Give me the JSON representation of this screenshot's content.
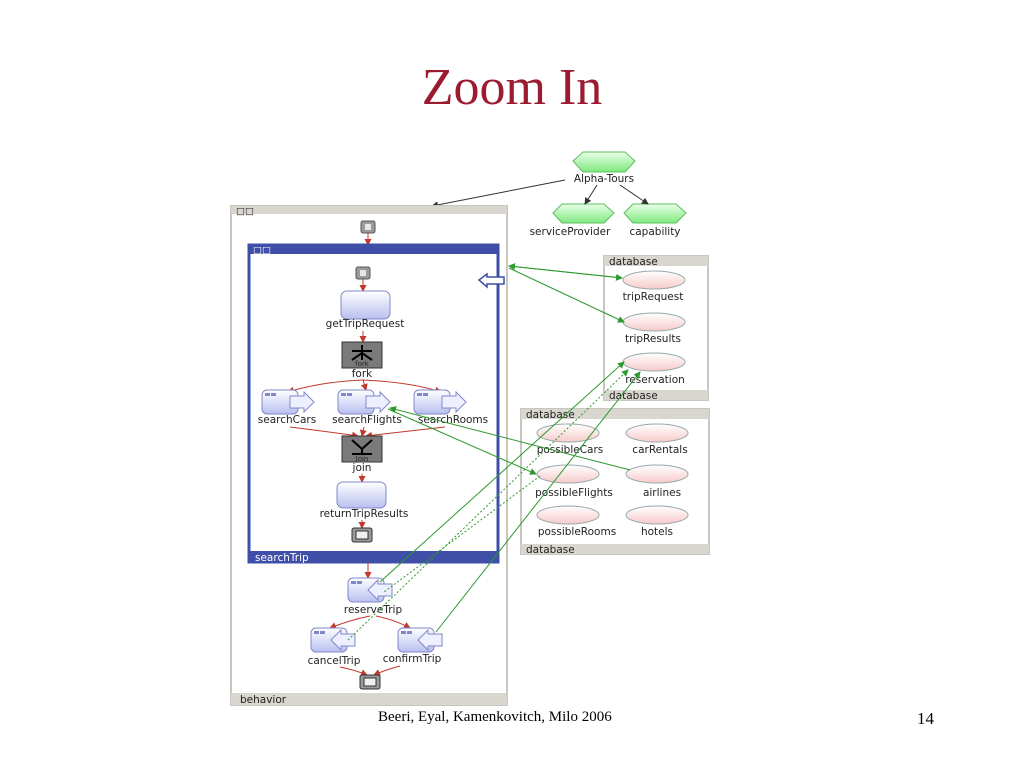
{
  "slide": {
    "title": "Zoom In",
    "footer": "Beeri, Eyal, Kamenkovitch, Milo  2006",
    "page_number": "14"
  },
  "hierarchy": {
    "root": "Alpha-Tours",
    "children": [
      "serviceProvider",
      "capability"
    ]
  },
  "behavior": {
    "label": "behavior",
    "header_icon": "□□",
    "subprocess": {
      "label": "searchTrip",
      "header_icon": "□□",
      "activities": {
        "get_trip_request": "getTripRequest",
        "fork_icon": "fork",
        "fork": "fork",
        "search_cars": "searchCars",
        "search_flights": "searchFlights",
        "search_rooms": "searchRooms",
        "join_icon": "Join",
        "join": "join",
        "return_trip_results": "returnTripResults"
      }
    },
    "activities": {
      "reserve_trip": "reserveTrip",
      "cancel_trip": "cancelTrip",
      "confirm_trip": "confirmTrip"
    }
  },
  "database_top": {
    "header": "database",
    "footer": "database",
    "items": [
      "tripRequest",
      "tripResults",
      "reservation"
    ]
  },
  "database_bottom": {
    "header": "database",
    "footer": "database",
    "items": [
      "possibleCars",
      "carRentals",
      "possibleFlights",
      "airlines",
      "possibleRooms",
      "hotels"
    ]
  },
  "colors": {
    "title": "#9b1b30",
    "subprocess_border": "#3f4fa8",
    "activity_fill": "#c7cbf3",
    "hexagon_fill": "#b6f5b6",
    "db_item_fill": "#fde5e5",
    "control_edge": "#c0392b",
    "data_edge": "#2e9a2e"
  }
}
